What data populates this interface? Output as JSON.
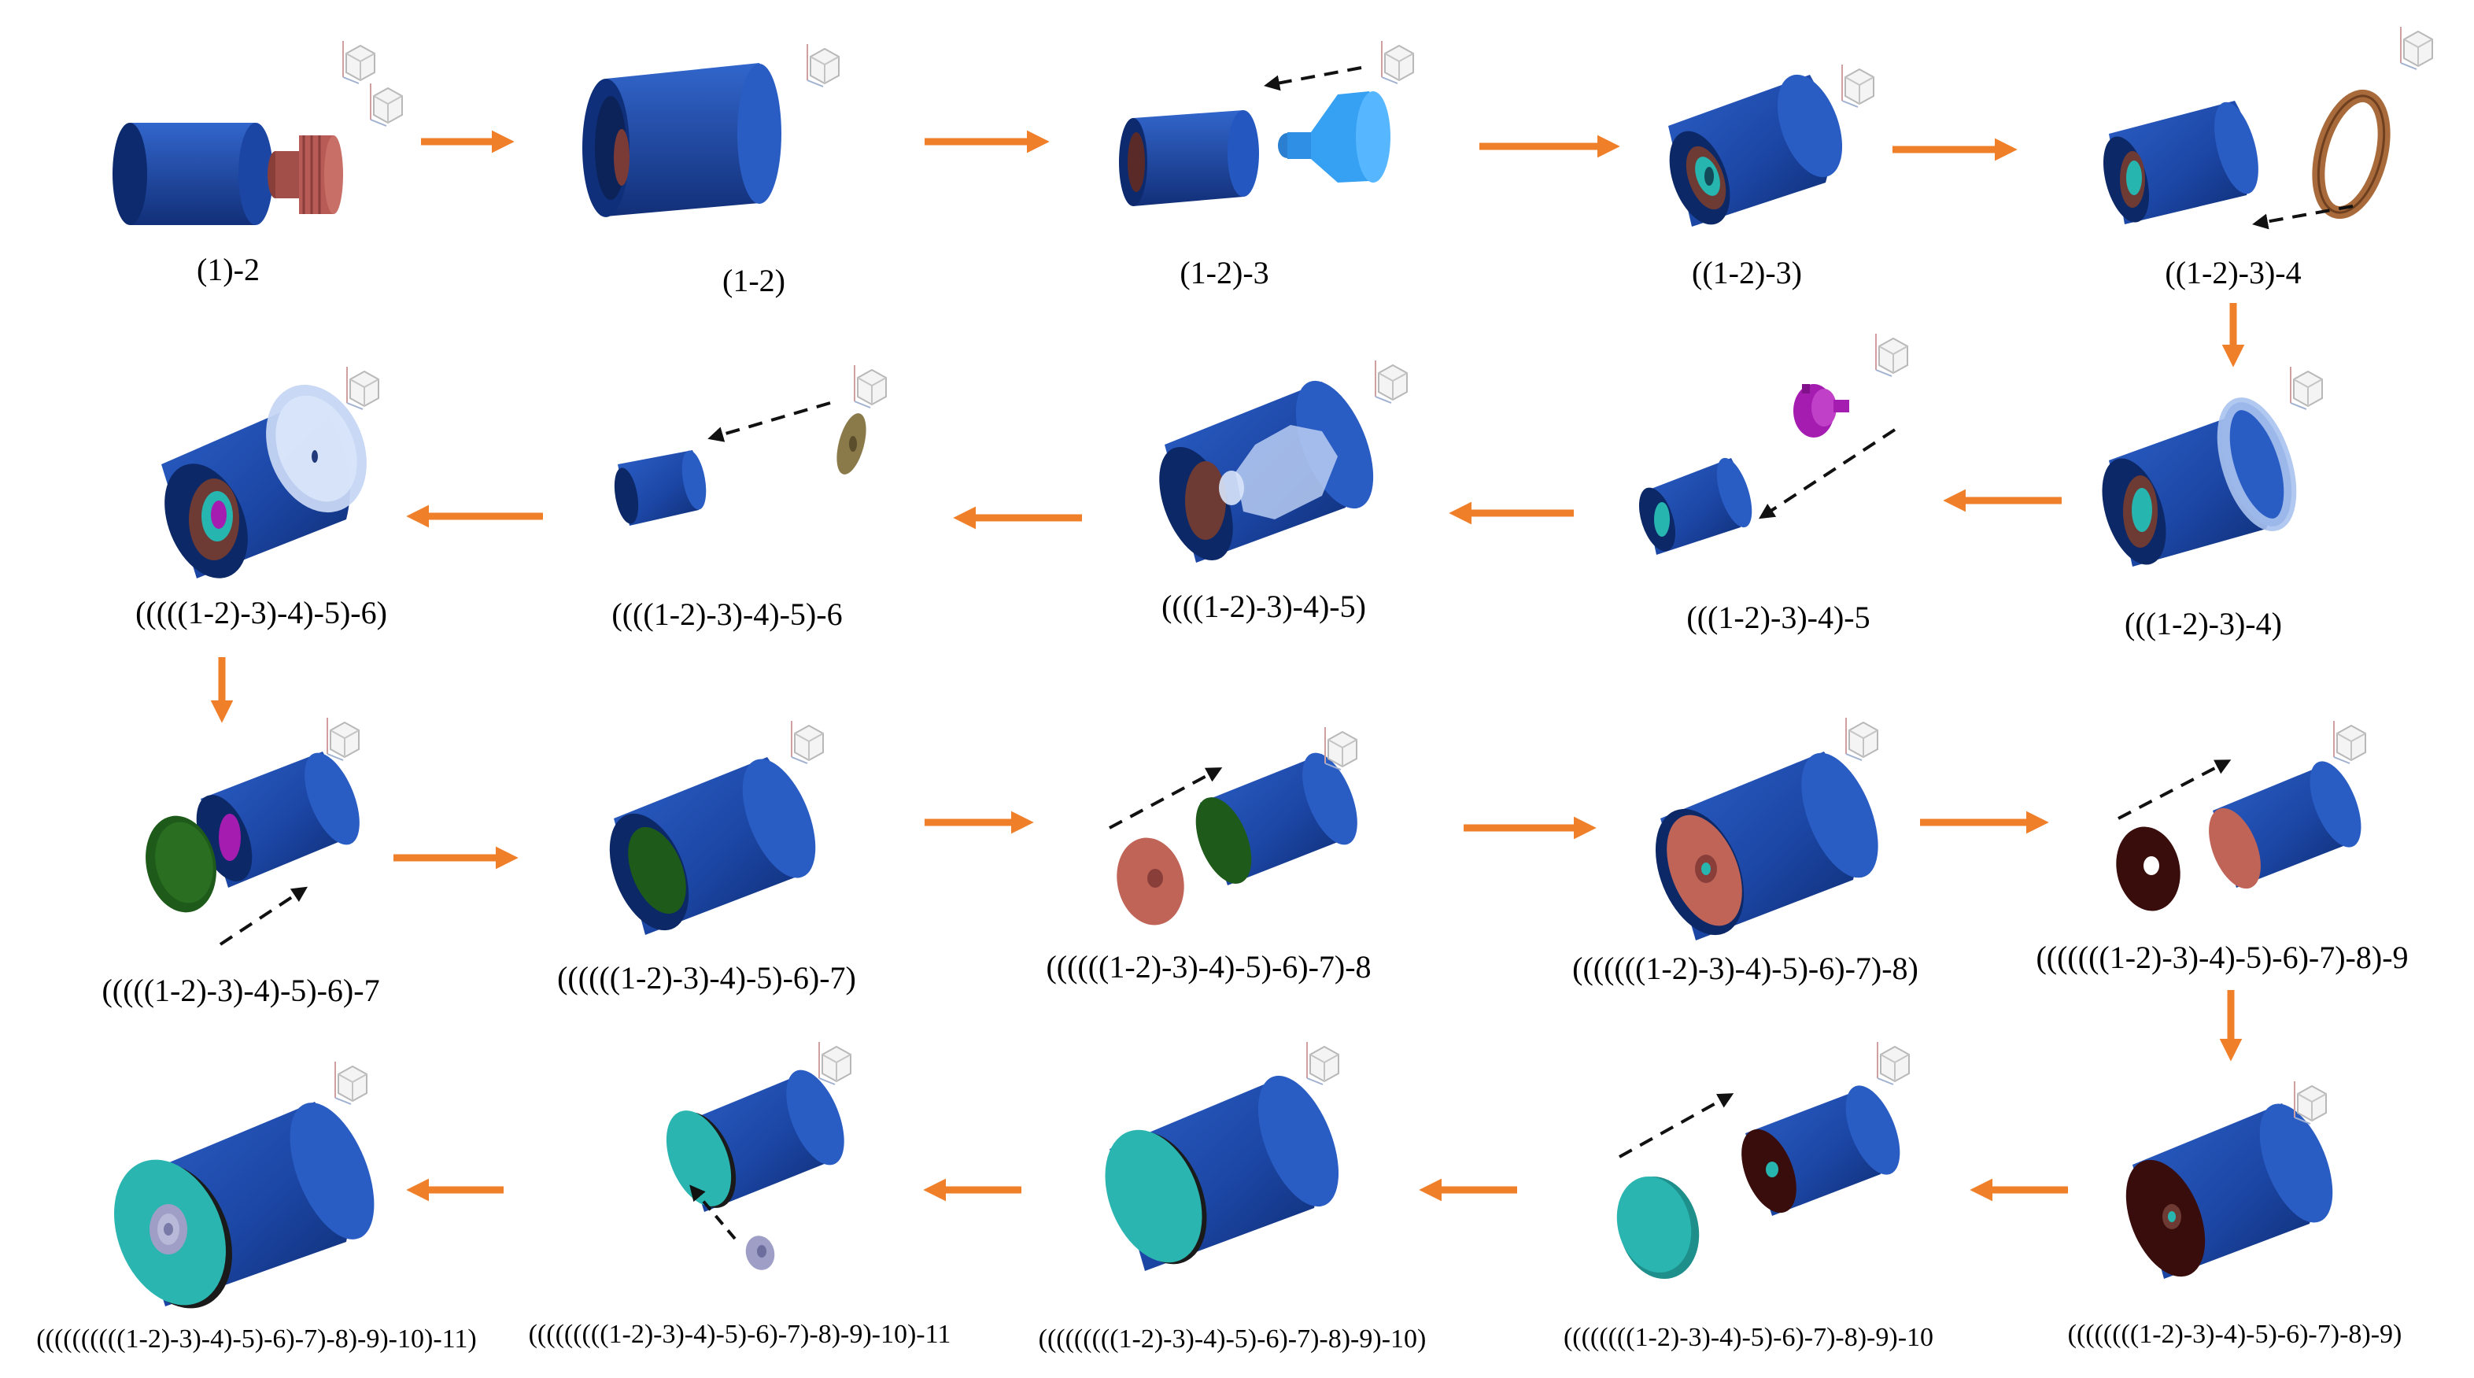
{
  "colors": {
    "housing_blue": "#1f4fb0",
    "housing_blue_dark": "#0f2f7a",
    "housing_blue_light": "#3a6fd6",
    "piston_brown": "#b85a55",
    "bushing_blue": "#2a8ee0",
    "ring_brown": "#a86a3a",
    "spacer_light_blue": "#a9c2ee",
    "core_purple": "#a51cb0",
    "washer_olive": "#8a7a4a",
    "disc_green": "#1e5a1a",
    "disc_salmon": "#c06458",
    "disc_dark_brown": "#3a0d0d",
    "cap_teal": "#2bb5b0",
    "small_disc_grey": "#9e9ec6",
    "arrow_orange": "#f07f2a",
    "assembly_arrow_black": "#111111"
  },
  "steps": [
    {
      "label": "(1)-2"
    },
    {
      "label": "(1-2)"
    },
    {
      "label": "(1-2)-3"
    },
    {
      "label": "((1-2)-3)"
    },
    {
      "label": "((1-2)-3)-4"
    },
    {
      "label": "(((1-2)-3)-4)"
    },
    {
      "label": "(((1-2)-3)-4)-5"
    },
    {
      "label": "((((1-2)-3)-4)-5)"
    },
    {
      "label": "((((1-2)-3)-4)-5)-6"
    },
    {
      "label": "(((((1-2)-3)-4)-5)-6)"
    },
    {
      "label": "(((((1-2)-3)-4)-5)-6)-7"
    },
    {
      "label": "((((((1-2)-3)-4)-5)-6)-7)"
    },
    {
      "label": "((((((1-2)-3)-4)-5)-6)-7)-8"
    },
    {
      "label": "(((((((1-2)-3)-4)-5)-6)-7)-8)"
    },
    {
      "label": "(((((((1-2)-3)-4)-5)-6)-7)-8)-9"
    },
    {
      "label": "((((((((1-2)-3)-4)-5)-6)-7)-8)-9)"
    },
    {
      "label": "((((((((1-2)-3)-4)-5)-6)-7)-8)-9)-10"
    },
    {
      "label": "(((((((((1-2)-3)-4)-5)-6)-7)-8)-9)-10)"
    },
    {
      "label": "(((((((((1-2)-3)-4)-5)-6)-7)-8)-9)-10)-11"
    },
    {
      "label": "((((((((((1-2)-3)-4)-5)-6)-7)-8)-9)-10)-11)"
    }
  ]
}
